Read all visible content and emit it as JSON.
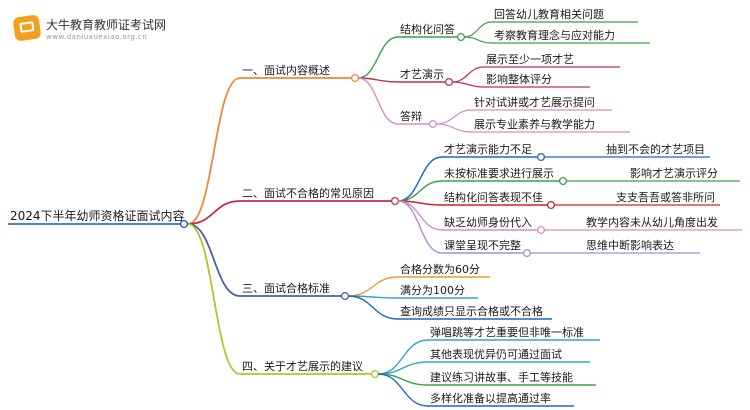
{
  "logo": {
    "name": "大牛教育教师证考试网",
    "url": "www.daniuxuexiao.org.cn"
  },
  "root": {
    "label": "2024下半年幼师资格证面试内容"
  },
  "branches": [
    {
      "label": "一、面试内容概述",
      "color": "#ee8a3a",
      "children": [
        {
          "label": "结构化问答",
          "color": "#3aa14a",
          "children": [
            {
              "label": "回答幼儿教育相关问题"
            },
            {
              "label": "考察教育理念与应对能力"
            }
          ]
        },
        {
          "label": "才艺演示",
          "color": "#c0304a",
          "children": [
            {
              "label": "展示至少一项才艺"
            },
            {
              "label": "影响整体评分"
            }
          ]
        },
        {
          "label": "答辩",
          "color": "#d58fc7",
          "children": [
            {
              "label": "针对试讲或才艺展示提问"
            },
            {
              "label": "展示专业素养与教学能力"
            }
          ]
        }
      ]
    },
    {
      "label": "二、面试不合格的常见原因",
      "color": "#c0304a",
      "children": [
        {
          "label": "才艺演示能力不足",
          "color": "#1f66c8",
          "children": [
            {
              "label": "抽到不会的才艺项目"
            }
          ]
        },
        {
          "label": "未按标准要求进行展示",
          "color": "#3aa14a",
          "children": [
            {
              "label": "影响才艺演示评分"
            }
          ]
        },
        {
          "label": "结构化问答表现不佳",
          "color": "#d0202a",
          "children": [
            {
              "label": "支支吾吾或答非所问"
            }
          ]
        },
        {
          "label": "缺乏幼师身份代入",
          "color": "#d58fc7",
          "children": [
            {
              "label": "教学内容未从幼儿角度出发"
            }
          ]
        },
        {
          "label": "课堂呈现不完整",
          "color": "#a98ad0",
          "children": [
            {
              "label": "思维中断影响表达"
            }
          ]
        }
      ]
    },
    {
      "label": "三、面试合格标准",
      "color": "#4b5fa8",
      "children": [
        {
          "label": "合格分数为60分",
          "color": "#e0a030"
        },
        {
          "label": "满分为100分",
          "color": "#3aa0d0"
        },
        {
          "label": "查询成绩只显示合格或不合格",
          "color": "#1f66c8"
        }
      ]
    },
    {
      "label": "四、关于才艺展示的建议",
      "color": "#b5c22a",
      "children": [
        {
          "label": "弹唱跳等才艺重要但非唯一标准",
          "color": "#3aa0d0"
        },
        {
          "label": "其他表现优异仍可通过面试",
          "color": "#3aa0d0"
        },
        {
          "label": "建议练习讲故事、手工等技能",
          "color": "#3aa14a"
        },
        {
          "label": "多样化准备以提高通过率",
          "color": "#1f66c8"
        }
      ]
    }
  ]
}
